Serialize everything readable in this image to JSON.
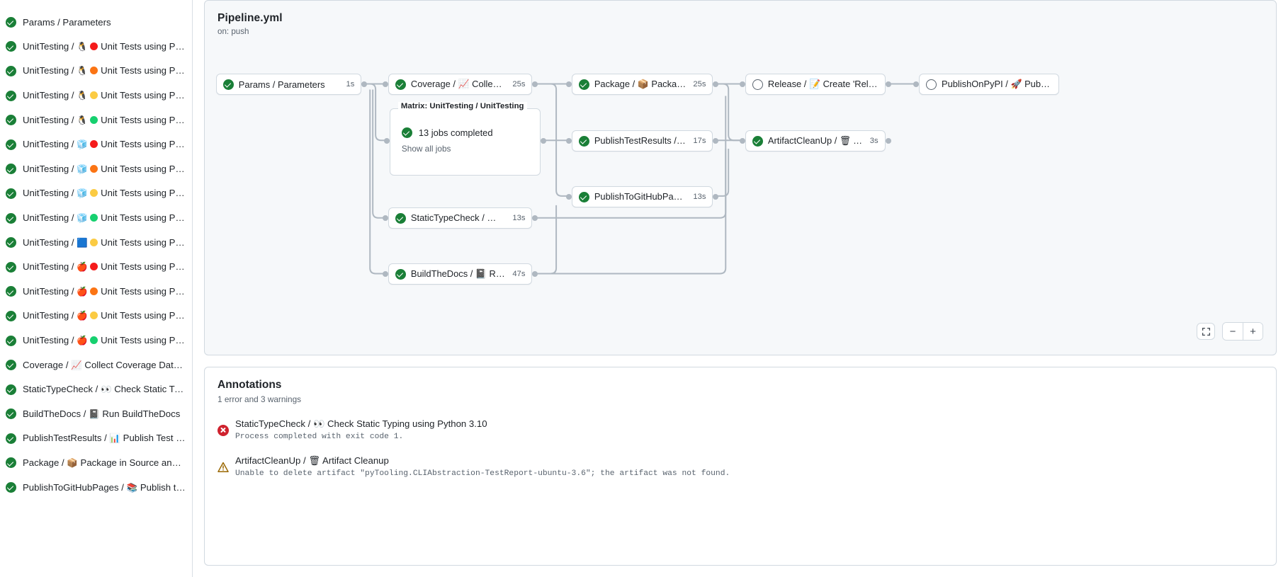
{
  "sidebar": {
    "items": [
      {
        "status": "success",
        "prefix": "Params / ",
        "glyph": "",
        "dot": "",
        "label": "Parameters"
      },
      {
        "status": "success",
        "prefix": "UnitTesting / ",
        "glyph": "🐧",
        "dot": "#f51b1b",
        "label": "Unit Tests using Pyth..."
      },
      {
        "status": "success",
        "prefix": "UnitTesting / ",
        "glyph": "🐧",
        "dot": "#fb7414",
        "label": "Unit Tests using Pyth..."
      },
      {
        "status": "success",
        "prefix": "UnitTesting / ",
        "glyph": "🐧",
        "dot": "#fbcb43",
        "label": "Unit Tests using Pyth..."
      },
      {
        "status": "success",
        "prefix": "UnitTesting / ",
        "glyph": "🐧",
        "dot": "#16d06f",
        "label": "Unit Tests using Pyth..."
      },
      {
        "status": "success",
        "prefix": "UnitTesting / ",
        "glyph": "🧊",
        "dot": "#f51b1b",
        "label": "Unit Tests using Pyth..."
      },
      {
        "status": "success",
        "prefix": "UnitTesting / ",
        "glyph": "🧊",
        "dot": "#fb7414",
        "label": "Unit Tests using Pyth..."
      },
      {
        "status": "success",
        "prefix": "UnitTesting / ",
        "glyph": "🧊",
        "dot": "#fbcb43",
        "label": "Unit Tests using Pyth..."
      },
      {
        "status": "success",
        "prefix": "UnitTesting / ",
        "glyph": "🧊",
        "dot": "#16d06f",
        "label": "Unit Tests using Pyth..."
      },
      {
        "status": "success",
        "prefix": "UnitTesting / ",
        "glyph": "🟦",
        "dot": "#fbcb43",
        "label": "Unit Tests using Pyth..."
      },
      {
        "status": "success",
        "prefix": "UnitTesting / ",
        "glyph": "🍎",
        "dot": "#f51b1b",
        "label": "Unit Tests using Pyth..."
      },
      {
        "status": "success",
        "prefix": "UnitTesting / ",
        "glyph": "🍎",
        "dot": "#fb7414",
        "label": "Unit Tests using Pyth..."
      },
      {
        "status": "success",
        "prefix": "UnitTesting / ",
        "glyph": "🍎",
        "dot": "#fbcb43",
        "label": "Unit Tests using Pyth..."
      },
      {
        "status": "success",
        "prefix": "UnitTesting / ",
        "glyph": "🍎",
        "dot": "#16d06f",
        "label": "Unit Tests using Pyth..."
      },
      {
        "status": "success",
        "prefix": "Coverage / ",
        "glyph": "📈",
        "dot": "",
        "label": "Collect Coverage Data usi..."
      },
      {
        "status": "success",
        "prefix": "StaticTypeCheck / ",
        "glyph": "👀",
        "dot": "",
        "label": "Check Static Typing..."
      },
      {
        "status": "success",
        "prefix": "BuildTheDocs / ",
        "glyph": "📓",
        "dot": "",
        "label": "Run BuildTheDocs"
      },
      {
        "status": "success",
        "prefix": "PublishTestResults / ",
        "glyph": "📊",
        "dot": "",
        "label": "Publish Test Resu..."
      },
      {
        "status": "success",
        "prefix": "Package / ",
        "glyph": "📦",
        "dot": "",
        "label": "Package in Source and Wh..."
      },
      {
        "status": "success",
        "prefix": "PublishToGitHubPages / ",
        "glyph": "📚",
        "dot": "",
        "label": "Publish to G..."
      }
    ]
  },
  "graph": {
    "title": "Pipeline.yml",
    "subtitle": "on: push",
    "nodes": [
      {
        "id": "params",
        "status": "success",
        "label": "Params / Parameters",
        "glyph": "",
        "duration": "1s"
      },
      {
        "id": "coverage",
        "status": "success",
        "label": "Coverage / 📈 Collect Cove...",
        "glyph": "",
        "duration": "25s"
      },
      {
        "id": "statictypecheck",
        "status": "success",
        "label": "StaticTypeCheck / 👀 Chec...",
        "glyph": "",
        "duration": "13s"
      },
      {
        "id": "buildthedocs",
        "status": "success",
        "label": "BuildTheDocs / 📓 Run Buil...",
        "glyph": "",
        "duration": "47s"
      },
      {
        "id": "package",
        "status": "success",
        "label": "Package / 📦 Package in So...",
        "glyph": "",
        "duration": "25s"
      },
      {
        "id": "publishtestresults",
        "status": "success",
        "label": "PublishTestResults / 📊 Pu...",
        "glyph": "",
        "duration": "17s"
      },
      {
        "id": "publishtogithubpages",
        "status": "success",
        "label": "PublishToGitHubPages / 📚 ...",
        "glyph": "",
        "duration": "13s"
      },
      {
        "id": "release",
        "status": "neutral",
        "label": "Release / 📝 Create 'Release P...",
        "glyph": "",
        "duration": ""
      },
      {
        "id": "artifactcleanup",
        "status": "success",
        "label": "ArtifactCleanUp / 🗑 Artifac...",
        "glyph": "",
        "duration": "3s"
      },
      {
        "id": "publishonpypi",
        "status": "neutral",
        "label": "PublishOnPyPI / 🚀 Publish to ...",
        "glyph": "",
        "duration": ""
      }
    ],
    "matrix": {
      "title": "Matrix: UnitTesting / UnitTesting",
      "status": "success",
      "summary": "13 jobs completed",
      "link": "Show all jobs"
    },
    "controls": {
      "fit_label": "fit-screen-icon",
      "zoom_out_label": "−",
      "zoom_in_label": "+"
    }
  },
  "annotations": {
    "title": "Annotations",
    "subtitle": "1 error and 3 warnings",
    "items": [
      {
        "severity": "error",
        "heading": "StaticTypeCheck / 👀 Check Static Typing using Python 3.10",
        "body": "Process completed with exit code 1."
      },
      {
        "severity": "warning",
        "heading": "ArtifactCleanUp / 🗑 Artifact Cleanup",
        "body": "Unable to delete artifact \"pyTooling.CLIAbstraction-TestReport-ubuntu-3.6\"; the artifact was not found."
      }
    ]
  }
}
